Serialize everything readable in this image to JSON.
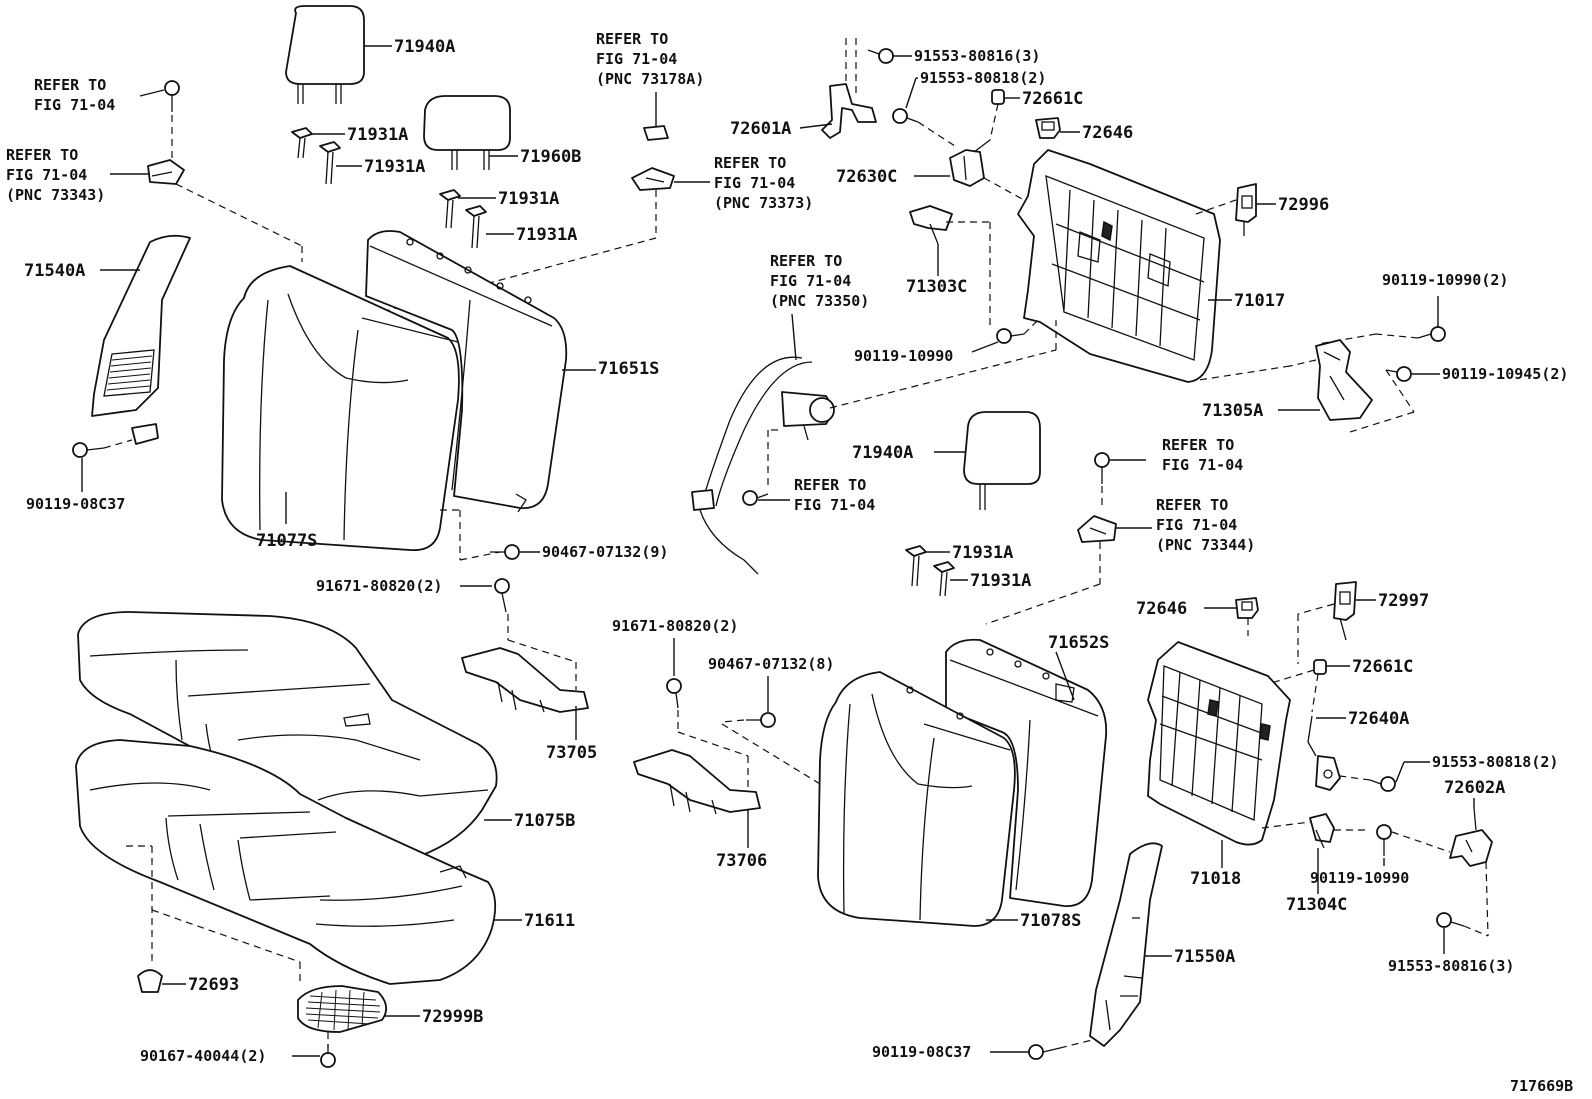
{
  "labels": {
    "p71940A_top": "71940A",
    "p71931A_1": "71931A",
    "p71931A_2": "71931A",
    "p71960B": "71960B",
    "p71931A_3": "71931A",
    "p71931A_4": "71931A",
    "p71540A": "71540A",
    "p90119_08C37_l": "90119-08C37",
    "p71077S": "71077S",
    "p71651S": "71651S",
    "p90467_07132_9": "90467-07132(9)",
    "p91671_80820_2_l": "91671-80820(2)",
    "p73705": "73705",
    "p71075B": "71075B",
    "p71611": "71611",
    "p72693": "72693",
    "p72999B": "72999B",
    "p90167_40044_2": "90167-40044(2)",
    "p91553_80816_3_t": "91553-80816(3)",
    "p91553_80818_2_t": "91553-80818(2)",
    "p72661C_t": "72661C",
    "p72601A": "72601A",
    "p72646_t": "72646",
    "p72630C": "72630C",
    "p72996": "72996",
    "p71303C": "71303C",
    "p71017": "71017",
    "p90119_10990_2": "90119-10990(2)",
    "p90119_10990_m": "90119-10990",
    "p90119_10945_2": "90119-10945(2)",
    "p71305A": "71305A",
    "p71940A_mid": "71940A",
    "p71931A_5": "71931A",
    "p71931A_6": "71931A",
    "p91671_80820_2_m": "91671-80820(2)",
    "p90467_07132_8": "90467-07132(8)",
    "p73706": "73706",
    "p71652S": "71652S",
    "p71078S": "71078S",
    "p72646_b": "72646",
    "p72997": "72997",
    "p72661C_b": "72661C",
    "p72640A": "72640A",
    "p91553_80818_2_b": "91553-80818(2)",
    "p72602A": "72602A",
    "p71018": "71018",
    "p71304C": "71304C",
    "p90119_10990_b": "90119-10990",
    "p91553_80816_3_b": "91553-80816(3)",
    "p71550A": "71550A",
    "p90119_08C37_b": "90119-08C37",
    "diagram_code": "717669B"
  },
  "refs": {
    "r1": [
      "REFER TO",
      "FIG 71-04"
    ],
    "r2": [
      "REFER TO",
      "FIG 71-04",
      "(PNC 73343)"
    ],
    "r3": [
      "REFER TO",
      "FIG 71-04",
      "(PNC 73178A)"
    ],
    "r4": [
      "REFER TO",
      "FIG 71-04",
      "(PNC 73373)"
    ],
    "r5": [
      "REFER TO",
      "FIG 71-04",
      "(PNC 73350)"
    ],
    "r6": [
      "REFER TO",
      "FIG 71-04"
    ],
    "r7": [
      "REFER TO",
      "FIG 71-04"
    ],
    "r8": [
      "REFER TO",
      "FIG 71-04",
      "(PNC 73344)"
    ]
  }
}
